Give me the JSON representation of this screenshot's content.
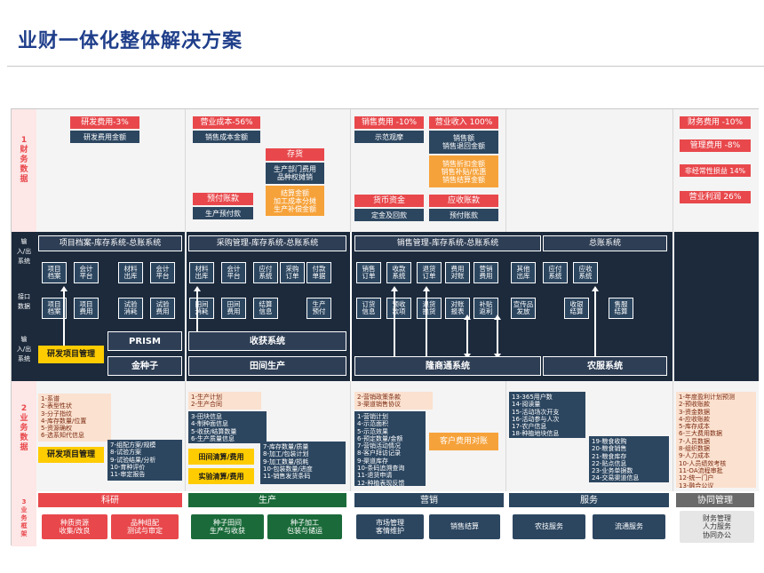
{
  "title": "业财一体化整体解决方案",
  "left": {
    "fin": "1\n财\n务\n数\n据",
    "io1": "输\n入/出\n系统",
    "iface": "接口\n数据",
    "io2": "输\n入/出\n系统",
    "biz": "2\n业\n务\n数\n据",
    "frame": "3\n业\n务\n框\n架"
  },
  "finance": {
    "rnd_cost": "研发费用-3%",
    "rnd_amount": "研发费用金额",
    "op_cost": "营业成本-56%",
    "sales_cost_amt": "销售成本金额",
    "inventory": "存货",
    "inventory_items": "生产部门费用\n品种权摊销",
    "inventory_items2": "结算金额\n加工成本分摊\n生产补偿金额",
    "prepay": "预付账款",
    "prepay_amt": "生产预付款",
    "sell_cost": "销售费用 -10%",
    "demo_view": "示范观摩",
    "revenue": "营业收入 100%",
    "revenue_items": "销售额\n销售退回金额",
    "revenue_items2": "销售折扣金额\n销售补贴/优惠\n销售结算金额",
    "cash": "货币资金",
    "deposit": "定金及回款",
    "receivable": "应收账款",
    "prepaid": "预付账款",
    "fin_cost": "财务费用 -10%",
    "mgmt_cost": "管理费用 -8%",
    "nonrecur": "非经常性损益 14%",
    "profit": "营业利润 26%"
  },
  "systems": {
    "s1": "项目档案-库存系统-总账系统",
    "s2": "采购管理-库存系统-总账系统",
    "s3": "销售管理-库存系统-总账系统",
    "s4": "总账系统",
    "top_boxes": [
      "项目\n档案",
      "会计\n平台",
      "材料\n出库",
      "会计\n平台",
      "材料\n出库",
      "会计\n平台",
      "应付\n系统",
      "采购\n订单",
      "付款\n单据",
      "销售\n订单",
      "收款\n系统",
      "退货\n订单",
      "费用\n对账",
      "营销\n费用",
      "其他\n出库",
      "应付\n系统",
      "应收\n系统"
    ],
    "if_boxes": [
      "项目\n档案",
      "项目\n费用",
      "试验\n消耗",
      "试验\n费用",
      "田间\n消耗",
      "田间\n费用",
      "结算\n信息",
      "生产\n预付",
      "订货\n信息",
      "预收\n款项",
      "退货\n换货",
      "对账\n报表",
      "补贴\n返利",
      "宣传品\n发放",
      "收银\n结算",
      "售服\n结算"
    ],
    "rnd_mgmt": "研发项目管理",
    "prism": "PRISM",
    "jinzhongzi": "金种子",
    "harvest": "收获系统",
    "field": "田间生产",
    "channel": "隆商通系统",
    "service": "农服系统"
  },
  "business": {
    "b1_top": "1-系谱\n2-表型性状\n3-分子指纹\n4-库存数量/位置\n5-资源确权\n6-选系知代信息",
    "b1_bottom": "7-组配方案/规模\n8-试验方案\n9-试验结果/分析\n10-育种评价\n11-审定报告",
    "b1_label": "研发项目管理",
    "b2_top": "1-生产计划\n2-生产合同",
    "b2_mid": "3-田块信息\n4-制种面信息\n5-收获/结算数量\n6-生产质量信息",
    "b2_bottom": "7-库存数量/质量\n8-加工/包装计划\n9-加工数量/损耗\n10-包装数量/进度\n11-销售发货条码",
    "b2_l1": "田间清算/费用",
    "b2_l2": "实验清算/费用",
    "b3_top": "2-营销政策条款\n3-渠道销售协议",
    "b3_bottom": "1-营销计划\n4-示范面积\n5-示范效果\n6-预定数量/金额\n7-营销活动情况\n8-客户拜访记录\n9-渠道库存\n10-条码追溯查询\n11-退货申请\n12-种植表现反馈",
    "b3_label": "客户费用对账",
    "b4_top": "13-365用户数\n14-阅读量\n15-活动场次开支\n16-活动参与人次\n17-农户信息\n18-种植地块信息",
    "b4_bottom": "19-粮食收购\n20-粮食销售\n21-粮食库存\n22-贴点信息\n23-业务单据数\n24-交易渠道信息",
    "b5": "1-年度盈利计划预测\n2-预收账款\n3-资金数据\n4-应收账款\n5-库存成本\n6-三大费用数据\n7-人员数据\n8-组织数据\n9-人力成本\n10-人员绩效考核\n11-OA流程审批\n12-统一门户\n13-融合公议\n14-制度发布"
  },
  "framework": {
    "keyan": "科研",
    "shengchan": "生产",
    "yingxiao": "营销",
    "fuwu": "服务",
    "xietong": "协同管理",
    "p1": "种质资源\n收集/改良",
    "p2": "品种组配\n测试与审定",
    "p3": "种子田间\n生产与收获",
    "p4": "种子加工\n包装与储运",
    "p5": "市场管理\n客情维护",
    "p6": "销售结算",
    "p7": "农技服务",
    "p8": "流通服务",
    "p9": "财务管理\n人力服务\n协同办公"
  },
  "colors": {
    "accent": "#e8484c",
    "navy": "#2c4660",
    "orange": "#f6a23a",
    "yellow": "#ffcc00",
    "green": "#1b6b3a",
    "title": "#1f3e8a"
  }
}
